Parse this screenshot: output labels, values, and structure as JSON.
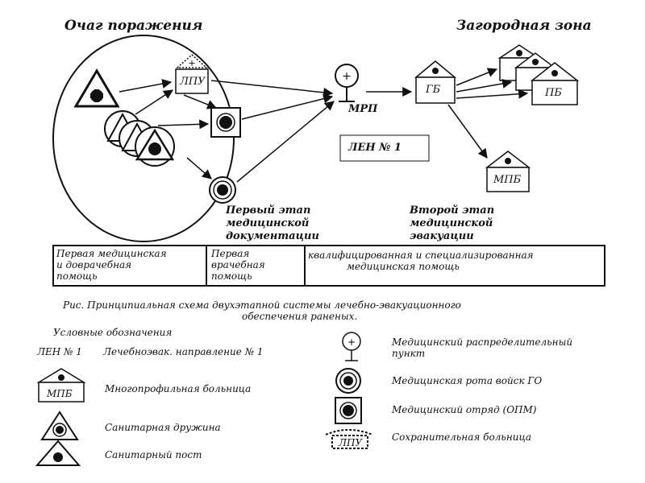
{
  "diagram": {
    "title_left": "Очаг поражения",
    "title_right": "Загородная зона",
    "nodes": {
      "lpu": "ЛПУ",
      "mrp": "МРП",
      "gb": "ГБ",
      "pb": "ПБ",
      "mpb": "МПБ",
      "len": "ЛЕН № 1"
    },
    "stage1": [
      "Первый этап",
      "медицинской",
      "документации"
    ],
    "stage2": [
      "Второй этап",
      "медицинской",
      "эвакуации"
    ]
  },
  "stages_table": {
    "cells": [
      [
        "Первая медицинская",
        "и доврачебная",
        "помощь"
      ],
      [
        "Первая",
        "врачебная",
        "помощь"
      ],
      [
        "квалифицированная и специализированная",
        "медицинская помощь"
      ]
    ]
  },
  "caption": [
    "Рис. Принципиальная схема двухэтапной системы лечебно-эвакуационного",
    "обеспечения раненых."
  ],
  "legend": {
    "title": "Условные обозначения",
    "len_code": "ЛЕН № 1",
    "len_text": "Лечебноэвак. направление № 1",
    "mpb_code": "МПБ",
    "mpb_text": "Многопрофильная больница",
    "san_druzhina": "Санитарная дружина",
    "san_post": "Санитарный пост",
    "mrp_text": [
      "Медицинский распределительный",
      "пункт"
    ],
    "med_rota": "Медицинская рота войск ГО",
    "med_otryad": "Медицинский отряд (ОПМ)",
    "lpu_code": "ЛПУ",
    "lpu_text": "Сохранительная больница"
  }
}
